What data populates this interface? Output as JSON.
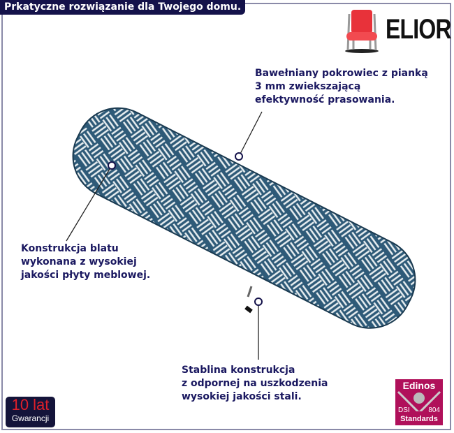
{
  "banner": "Prkatyczne rozwiązanie dla Twojego domu.",
  "brand": {
    "name": "ELIOR"
  },
  "callouts": {
    "cover": "Bawełniany pokrowiec z pianką\n3 mm zwiekszającą\nefektywność prasowania.",
    "top": "Konstrukcja blatu\nwykonana z wysokiej\njakości płyty meblowej.",
    "legs": "Stablina konstrukcja\nz odpornej na uszkodzenia\nwysokiej jakości stali."
  },
  "warranty": {
    "big": "10 lat",
    "small": "Gwarancji"
  },
  "badge": {
    "title": "Edinos",
    "left": "DSI",
    "right": "804",
    "bottom": "Standards"
  },
  "colors": {
    "navy": "#14124a",
    "board": "#2e5a78",
    "badge": "#b0105a"
  }
}
